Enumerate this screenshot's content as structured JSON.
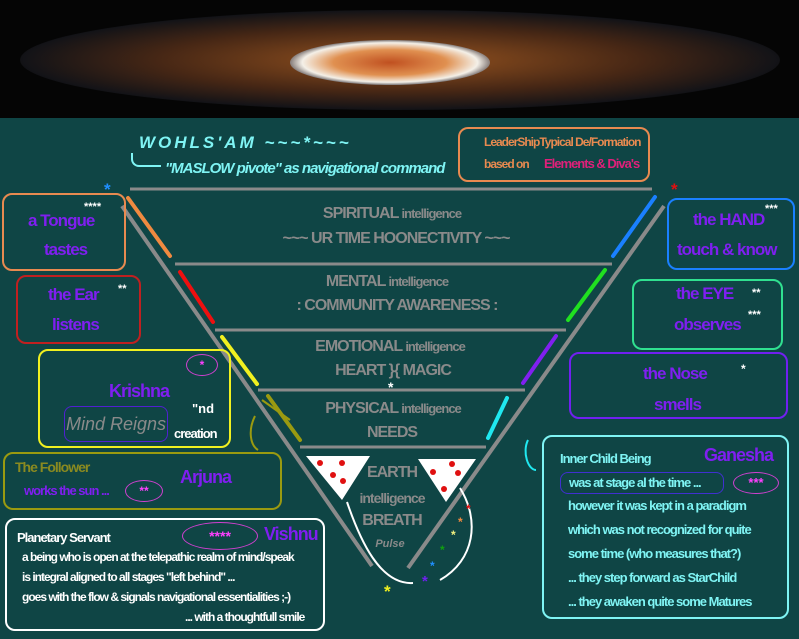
{
  "header": {
    "title": "WOHLS'AM ~~~*~~~",
    "subtitle": "\"MASLOW pivote\" as navigational command"
  },
  "legend_box": {
    "line1": "LeaderShipTypical De/Formation",
    "line2_prefix": "based on",
    "line2_highlight": "Elements & Diva's"
  },
  "layers": [
    {
      "name": "SPIRITUAL",
      "suffix": "intelligence",
      "subtitle": "~~~ UR TIME HOONECTIVITY ~~~"
    },
    {
      "name": "MENTAL",
      "suffix": "intelligence",
      "subtitle": ": COMMUNITY AWARENESS :"
    },
    {
      "name": "EMOTIONAL",
      "suffix": "intelligence",
      "subtitle": "HEART }{ MAGIC"
    },
    {
      "name": "PHYSICAL",
      "suffix": "intelligence",
      "subtitle": "NEEDS"
    },
    {
      "name": "EARTH",
      "suffix": "intelligence",
      "subtitle": "BREATH",
      "note": "Pulse"
    }
  ],
  "senses_left": [
    {
      "line1": "a Tongue",
      "line2": "tastes",
      "stars": "****"
    },
    {
      "line1": "the Ear",
      "line2": "listens",
      "stars": "**"
    }
  ],
  "senses_right": [
    {
      "line1": "the HAND",
      "line2": "touch & know",
      "stars": "***"
    },
    {
      "line1": "the EYE",
      "line2": "observes",
      "stars": "**",
      "stars2": "***"
    },
    {
      "line1": "the Nose",
      "line2": "smells",
      "stars": "*"
    }
  ],
  "krishna": {
    "name": "Krishna",
    "stars": "*",
    "tag": "Mind Reigns",
    "note1": "\"nd",
    "note2": "creation"
  },
  "arjuna": {
    "title": "The Follower",
    "text": "works the sun ...",
    "stars": "**",
    "name": "Arjuna"
  },
  "vishnu": {
    "title": "Planetary Servant",
    "stars": "****",
    "name": "Vishnu",
    "lines": [
      "a being who is open at the telepathic realm of mind/speak",
      "is integral aligned to all stages \"left behind\" ...",
      "goes with the flow & signals navigational essentialities ;-)",
      "... with a thoughtfull smile"
    ]
  },
  "ganesha": {
    "title": "Inner Child Being",
    "name": "Ganesha",
    "stars": "***",
    "lines": [
      "was at stage al the time ...",
      "however it was kept in a paradigm",
      "which was not recognized for quite",
      "some time (who measures that?)",
      "... they step forward as StarChild",
      "... they awaken quite some Matures"
    ]
  },
  "markers": {
    "star": "*"
  },
  "colors": {
    "background": "#0f4545",
    "accent_cyan": "#7ff4f4",
    "name_purple": "#7f1ff0",
    "magenta": "#ff40ff"
  }
}
